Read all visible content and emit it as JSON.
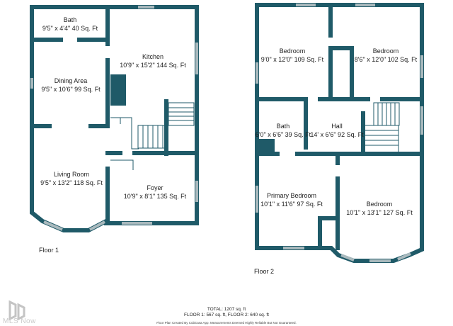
{
  "floors": [
    {
      "label": "Floor 1",
      "rooms": [
        {
          "name": "Bath",
          "dims": "9'5\" x 4'4\" 40 Sq. Ft"
        },
        {
          "name": "Kitchen",
          "dims": "10'9\" x 15'2\" 144 Sq. Ft"
        },
        {
          "name": "Dining Area",
          "dims": "9'5\" x 10'6\" 99 Sq. Ft"
        },
        {
          "name": "Living Room",
          "dims": "9'5\" x 13'2\" 118 Sq. Ft"
        },
        {
          "name": "Foyer",
          "dims": "10'9\" x 8'1\" 135 Sq. Ft"
        }
      ]
    },
    {
      "label": "Floor 2",
      "rooms": [
        {
          "name": "Bedroom",
          "dims": "9'0\" x 12'0\" 109 Sq. Ft"
        },
        {
          "name": "Bedroom",
          "dims": "8'6\" x 12'0\" 102 Sq. Ft"
        },
        {
          "name": "Bath",
          "dims": "6'0\" x 6'6\" 39 Sq. Ft"
        },
        {
          "name": "Hall",
          "dims": "14' x 6'6\" 92 Sq. Ft"
        },
        {
          "name": "Primary Bedroom",
          "dims": "10'1\" x 11'6\" 97 Sq. Ft"
        },
        {
          "name": "Bedroom",
          "dims": "10'1\" x 13'1\" 127 Sq. Ft"
        }
      ]
    }
  ],
  "totals": {
    "total": "TOTAL: 1207 sq. ft",
    "by_floor": "FLOOR 1: 567 sq. ft, FLOOR 2: 640 sq. ft"
  },
  "credit": "Floor Plan Created By Cubicasa App. Measurements Deemed Highly Reliable But Not Guaranteed.",
  "watermark": "MLS Now",
  "colors": {
    "wall": "#1f5a68",
    "window": "#a9b9bd",
    "text": "#1e1e1e"
  }
}
